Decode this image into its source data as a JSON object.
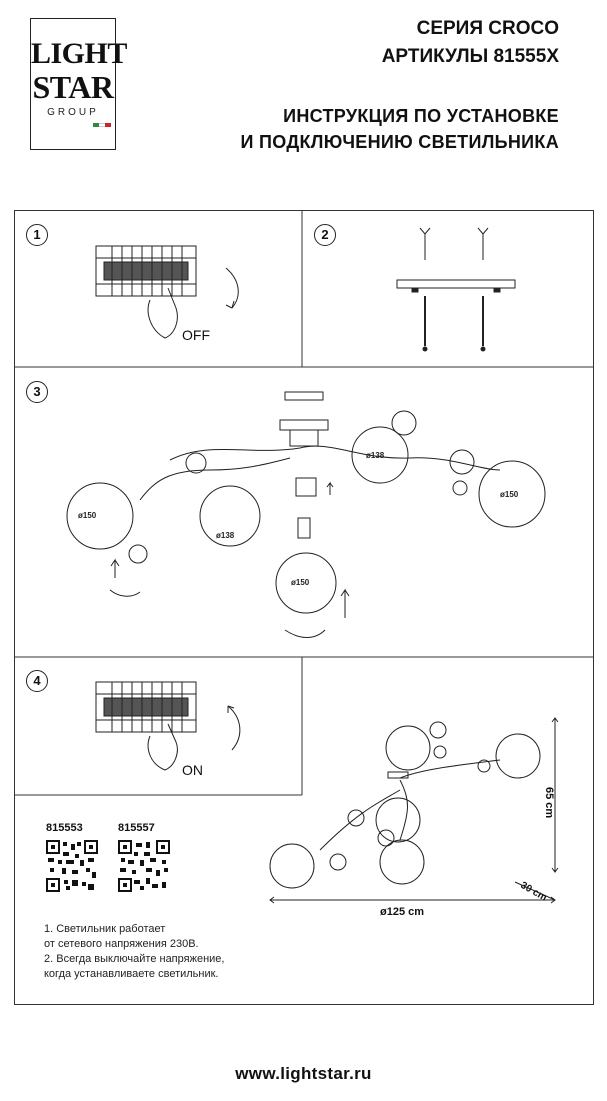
{
  "logo": {
    "line1": "LIGHT",
    "line2": "STAR",
    "line3": "GROUP",
    "flag": [
      "#2e8b3e",
      "#ffffff",
      "#c8262c"
    ]
  },
  "header": {
    "series": "СЕРИЯ CROCO",
    "articles": "АРТИКУЛЫ 81555X",
    "title_line1": "ИНСТРУКЦИЯ ПО УСТАНОВКЕ",
    "title_line2": "И ПОДКЛЮЧЕНИЮ СВЕТИЛЬНИКА"
  },
  "steps": {
    "s1": {
      "num": "1",
      "label": "OFF"
    },
    "s2": {
      "num": "2"
    },
    "s3": {
      "num": "3",
      "d150_left": "ø150",
      "d138_left": "ø138",
      "d138_right": "ø138",
      "d150_right": "ø150",
      "d150_bottom": "ø150"
    },
    "s4": {
      "num": "4",
      "label": "ON"
    }
  },
  "dimensions": {
    "height": "65 cm",
    "depth": "30 cm",
    "width": "ø125 cm"
  },
  "qr": {
    "code1": "815553",
    "code2": "815557"
  },
  "notes": {
    "l1": "1. Светильник работает",
    "l2": "от сетевого напряжения 230В.",
    "l3": "2. Всегда выключайте напряжение,",
    "l4": "когда устанавливаете светильник."
  },
  "footer": {
    "url": "www.lightstar.ru"
  }
}
